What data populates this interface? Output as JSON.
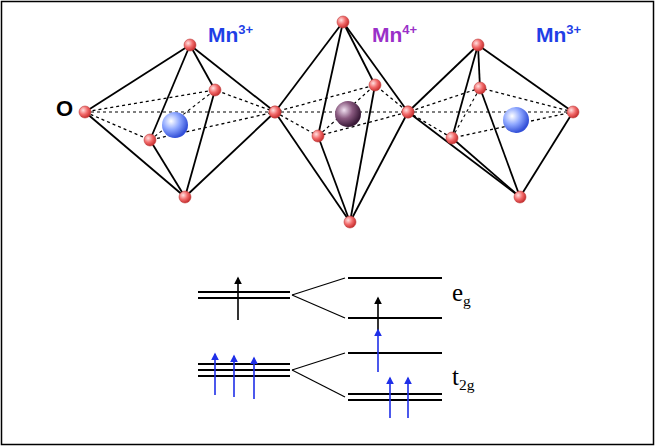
{
  "diagram": {
    "labels": [
      "Mn3+",
      "Mn4+",
      "Mn3+",
      "O",
      "eg",
      "t2g"
    ]
  }
}
